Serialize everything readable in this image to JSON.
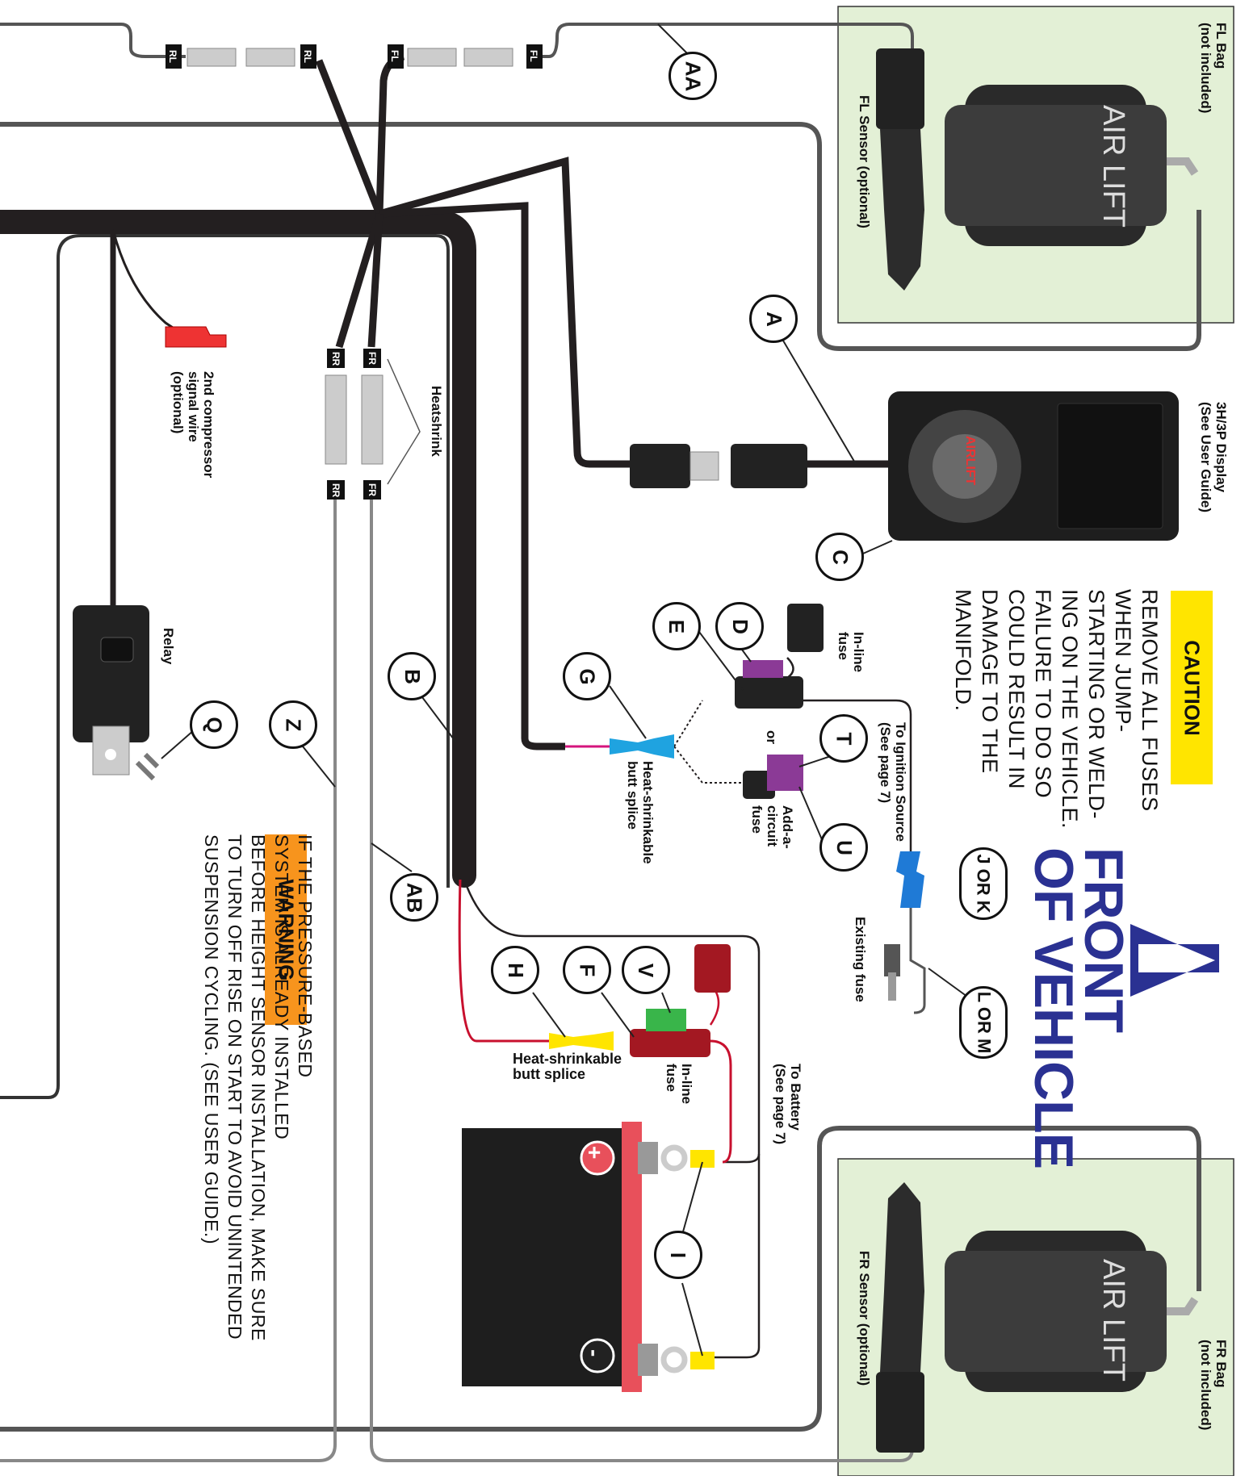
{
  "labels": {
    "fl_bag": "FL Bag\n(not included)",
    "fl_sensor": "FL Sensor (optional)",
    "fr_bag": "FR Bag\n(not included)",
    "fr_sensor": "FR Sensor (optional)",
    "display": "3H/3P Display\n(See User Guide)",
    "heatshrink": "Heatshrink",
    "compressor_wire": "2nd compressor\nsignal wire\n(optional)",
    "relay": "Relay",
    "inline_fuse_top": "In-line\nfuse",
    "ignition": "To Ignition Source\n(See page 7)",
    "or": "or",
    "add_a_circuit": "Add-a-\ncircuit\nfuse",
    "butt_splice_top": "Heat-shrinkable\nbutt splice",
    "existing_fuse": "Existing fuse",
    "battery": "To Battery\n(See page 7)",
    "inline_fuse_bottom": "In-line\nfuse",
    "butt_splice_bottom": "Heat-shrinkable\nbutt splice",
    "air_lift_bag": "AIR LIFT",
    "display_logo": "AIRLIFT"
  },
  "connector_tags": {
    "rl_left": "RL",
    "rl_right": "RL",
    "fl_left": "FL",
    "fl_right": "FL",
    "rr_top": "RR",
    "rr_bottom": "RR",
    "fr_top": "FR",
    "fr_bottom": "FR"
  },
  "callouts": {
    "aa": "AA",
    "a": "A",
    "c": "C",
    "d": "D",
    "e": "E",
    "g": "G",
    "b": "B",
    "t": "T",
    "u": "U",
    "q": "Q",
    "z": "Z",
    "ab": "AB",
    "h": "H",
    "f": "F",
    "v": "V",
    "i": "I",
    "jk": "J OR K",
    "lm": "L OR M"
  },
  "caution": {
    "badge": "CAUTION",
    "text": "REMOVE ALL FUSES\nWHEN JUMP-\nSTARTING OR WELD-\nING ON THE VEHICLE.\nFAILURE TO DO SO\nCOULD RESULT IN\nDAMAGE TO THE\nMANIFOLD."
  },
  "warning": {
    "badge": "WARNING",
    "text": "IF THE PRESSURE-BASED\nSYSTEM IS ALREADY INSTALLED\nBEFORE HEIGHT SENSOR INSTALLATION, MAKE SURE\nTO TURN OFF RISE ON START TO AVOID UNINTENDED\nSUSPENSION CYCLING. (SEE USER GUIDE.)"
  },
  "front_of_vehicle": "FRONT\nOF VEHICLE",
  "battery_terminals": {
    "positive": "+",
    "negative": "-"
  },
  "colors": {
    "bag_panel": "#e3f0d6",
    "harness": "#231f20",
    "caution": "#ffe500",
    "warning": "#f7941d",
    "front_arrow": "#2a3192",
    "battery_red": "#e8505b",
    "splice_blue": "#1fa3e0",
    "splice_yellow": "#ffe500",
    "fuse_purple": "#8b3a96",
    "fuse_red": "#c8102e",
    "fuse_green": "#39b54a"
  }
}
